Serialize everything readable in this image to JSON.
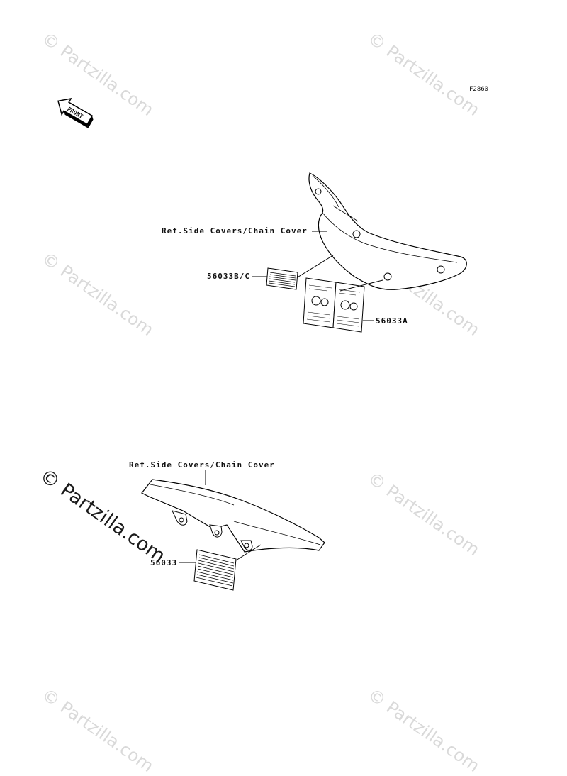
{
  "figure_code": "F2860",
  "front_label": "FRONT",
  "watermark": "© Partzilla.com",
  "watermark_main": "© Partzilla.com",
  "upper_group": {
    "ref_label": "Ref.Side Covers/Chain Cover",
    "part_bc": "56033B/C",
    "part_a": "56033A"
  },
  "lower_group": {
    "ref_label": "Ref.Side Covers/Chain Cover",
    "part": "56033"
  }
}
